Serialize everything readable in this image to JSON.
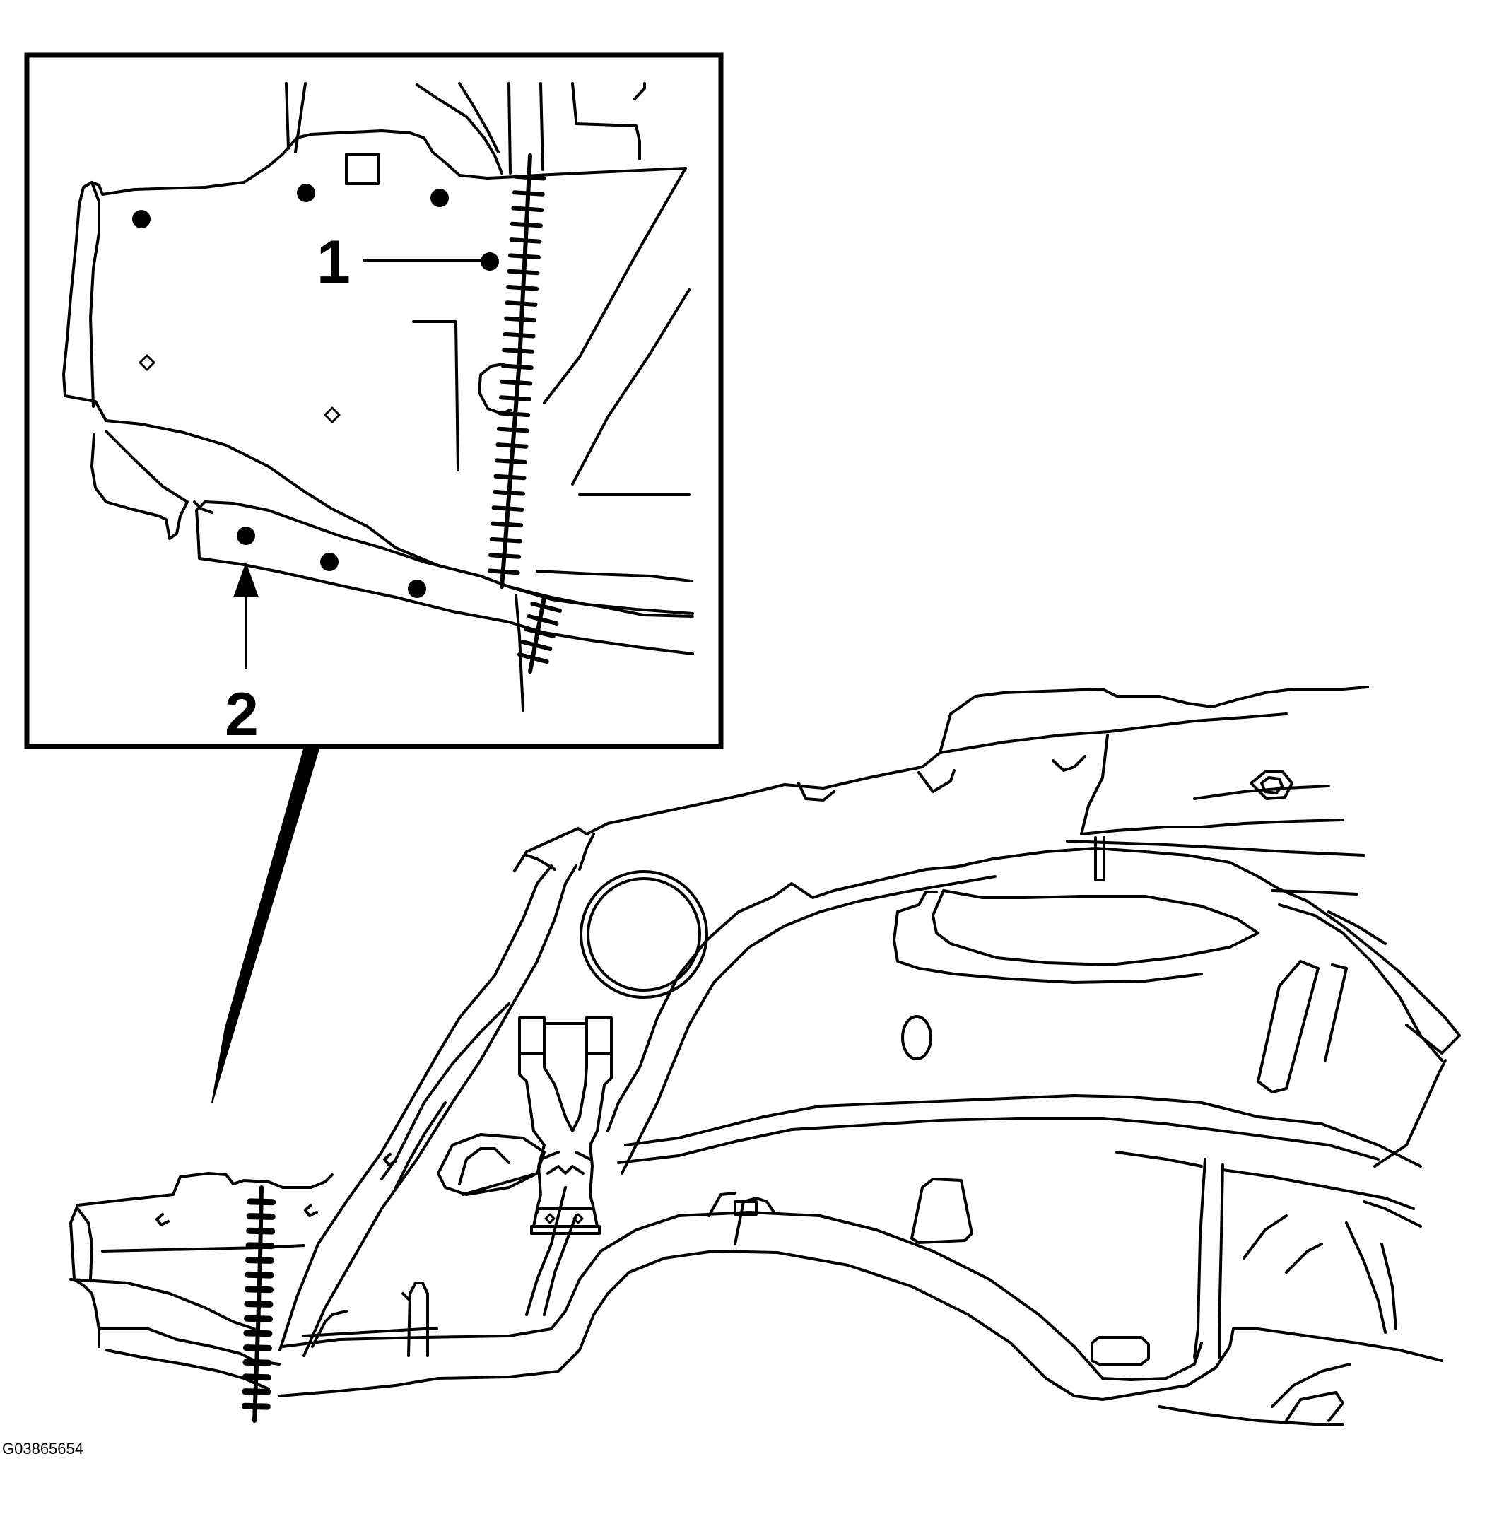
{
  "diagram": {
    "callouts": [
      {
        "id": "1",
        "label": "1"
      },
      {
        "id": "2",
        "label": "2"
      }
    ],
    "figure_id": "G03865654"
  }
}
